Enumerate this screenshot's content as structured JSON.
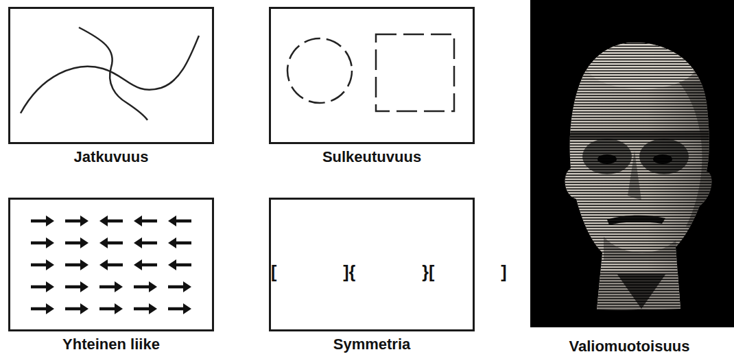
{
  "diagram": {
    "nodes": [
      {
        "text": [
          "Jatkuvuus"
        ]
      },
      {
        "text": [
          "Sulkeutuvuus"
        ]
      },
      {
        "text": [
          "Valiomuotoisuus"
        ]
      },
      {
        "text": [
          "Yhteinen liike"
        ]
      },
      {
        "text": [
          "[ ]{ }[ ]",
          "Symmetria"
        ]
      }
    ]
  }
}
